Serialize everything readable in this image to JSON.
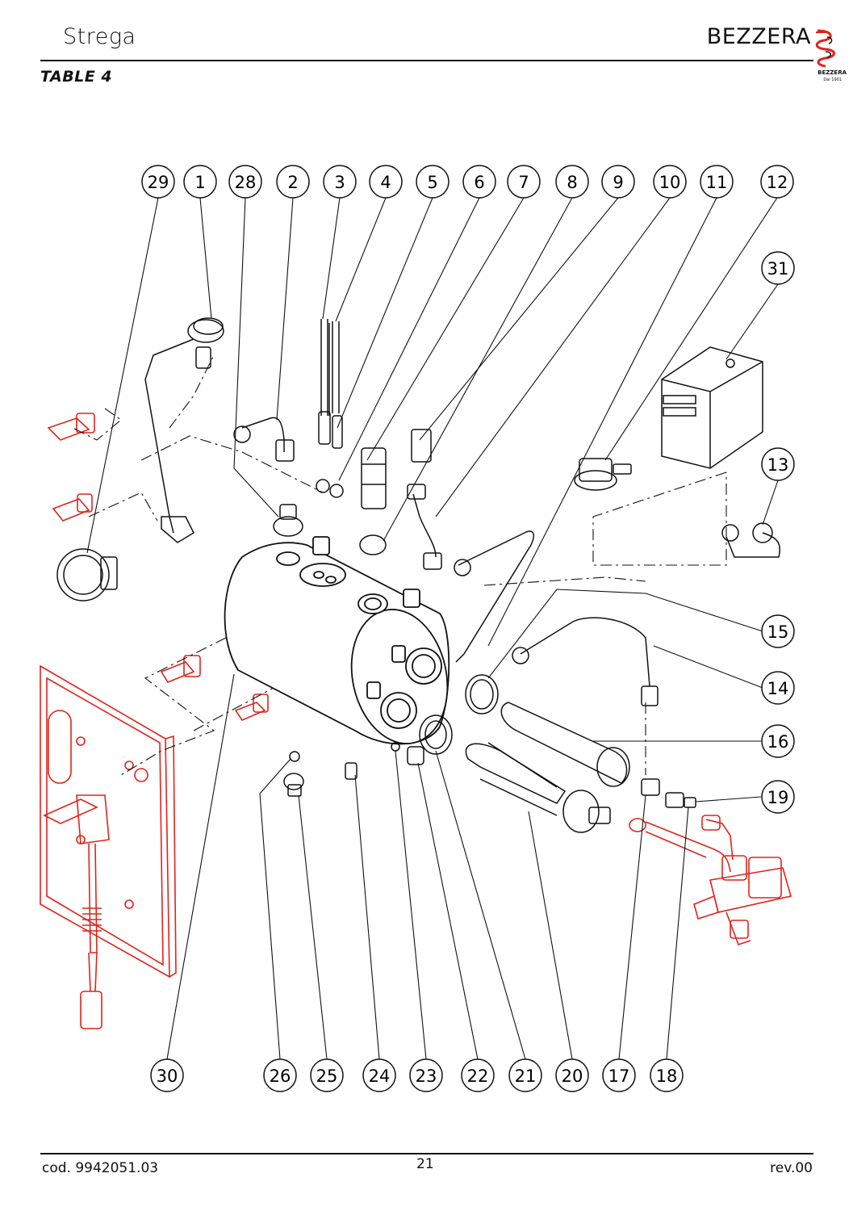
{
  "header": {
    "title": "Strega",
    "brand": "BEZZERA",
    "brand_small": "BEZZERA",
    "brand_since": "Dal 1901",
    "table_label": "TABLE 4"
  },
  "footer": {
    "code": "cod. 9942051.03",
    "page": "21",
    "rev": "rev.00"
  },
  "callouts_top": [
    "29",
    "1",
    "28",
    "2",
    "3",
    "4",
    "5",
    "6",
    "7",
    "8",
    "9",
    "10",
    "11",
    "12"
  ],
  "callouts_right": [
    "31",
    "13",
    "15",
    "14",
    "16",
    "19"
  ],
  "callouts_bottom": [
    "30",
    "26",
    "25",
    "24",
    "23",
    "22",
    "21",
    "20",
    "17",
    "18"
  ],
  "colors": {
    "line": "#111111",
    "accent_red": "#e0231b"
  }
}
